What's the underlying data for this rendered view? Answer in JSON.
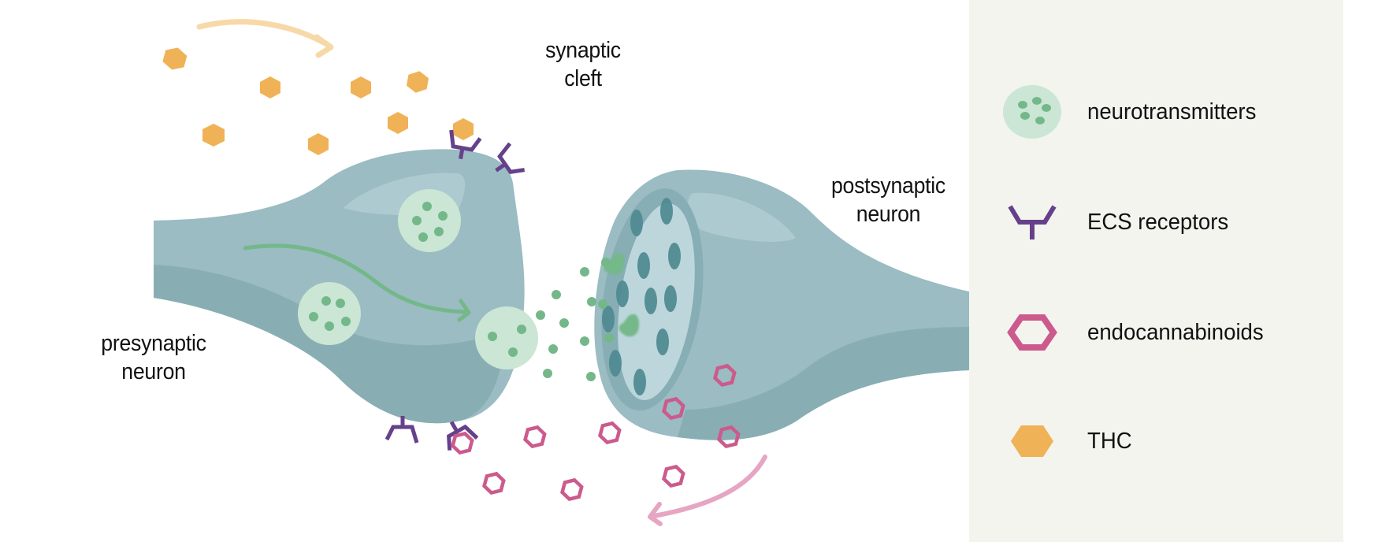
{
  "diagram": {
    "title_labels": {
      "synaptic_cleft": [
        "synaptic",
        "cleft"
      ],
      "presynaptic_neuron": [
        "presynaptic",
        "neuron"
      ],
      "postsynaptic_neuron": [
        "postsynaptic",
        "neuron"
      ]
    },
    "colors": {
      "neuron_body": "#9abcc2",
      "neuron_shadow": "#88aeb4",
      "neuron_highlight": "#adcad0",
      "receptor_face": "#bcd6dc",
      "receptor_dark": "#4f8a92",
      "vesicle": "#cbe6d4",
      "neurotransmitter": "#74b88a",
      "ecs_receptor": "#65418b",
      "endocannabinoid": "#cc5a8c",
      "thc": "#f0b256",
      "thc_arrow": "#f7d9a8",
      "endo_arrow": "#e6a6c3",
      "legend_bg": "#f3f4ee"
    }
  },
  "legend": {
    "items": [
      {
        "icon": "neurotransmitter-vesicle-icon",
        "label": "neurotransmitters"
      },
      {
        "icon": "ecs-receptor-icon",
        "label": "ECS receptors"
      },
      {
        "icon": "endocannabinoid-icon",
        "label": "endocannabinoids"
      },
      {
        "icon": "thc-icon",
        "label": "THC"
      }
    ]
  }
}
